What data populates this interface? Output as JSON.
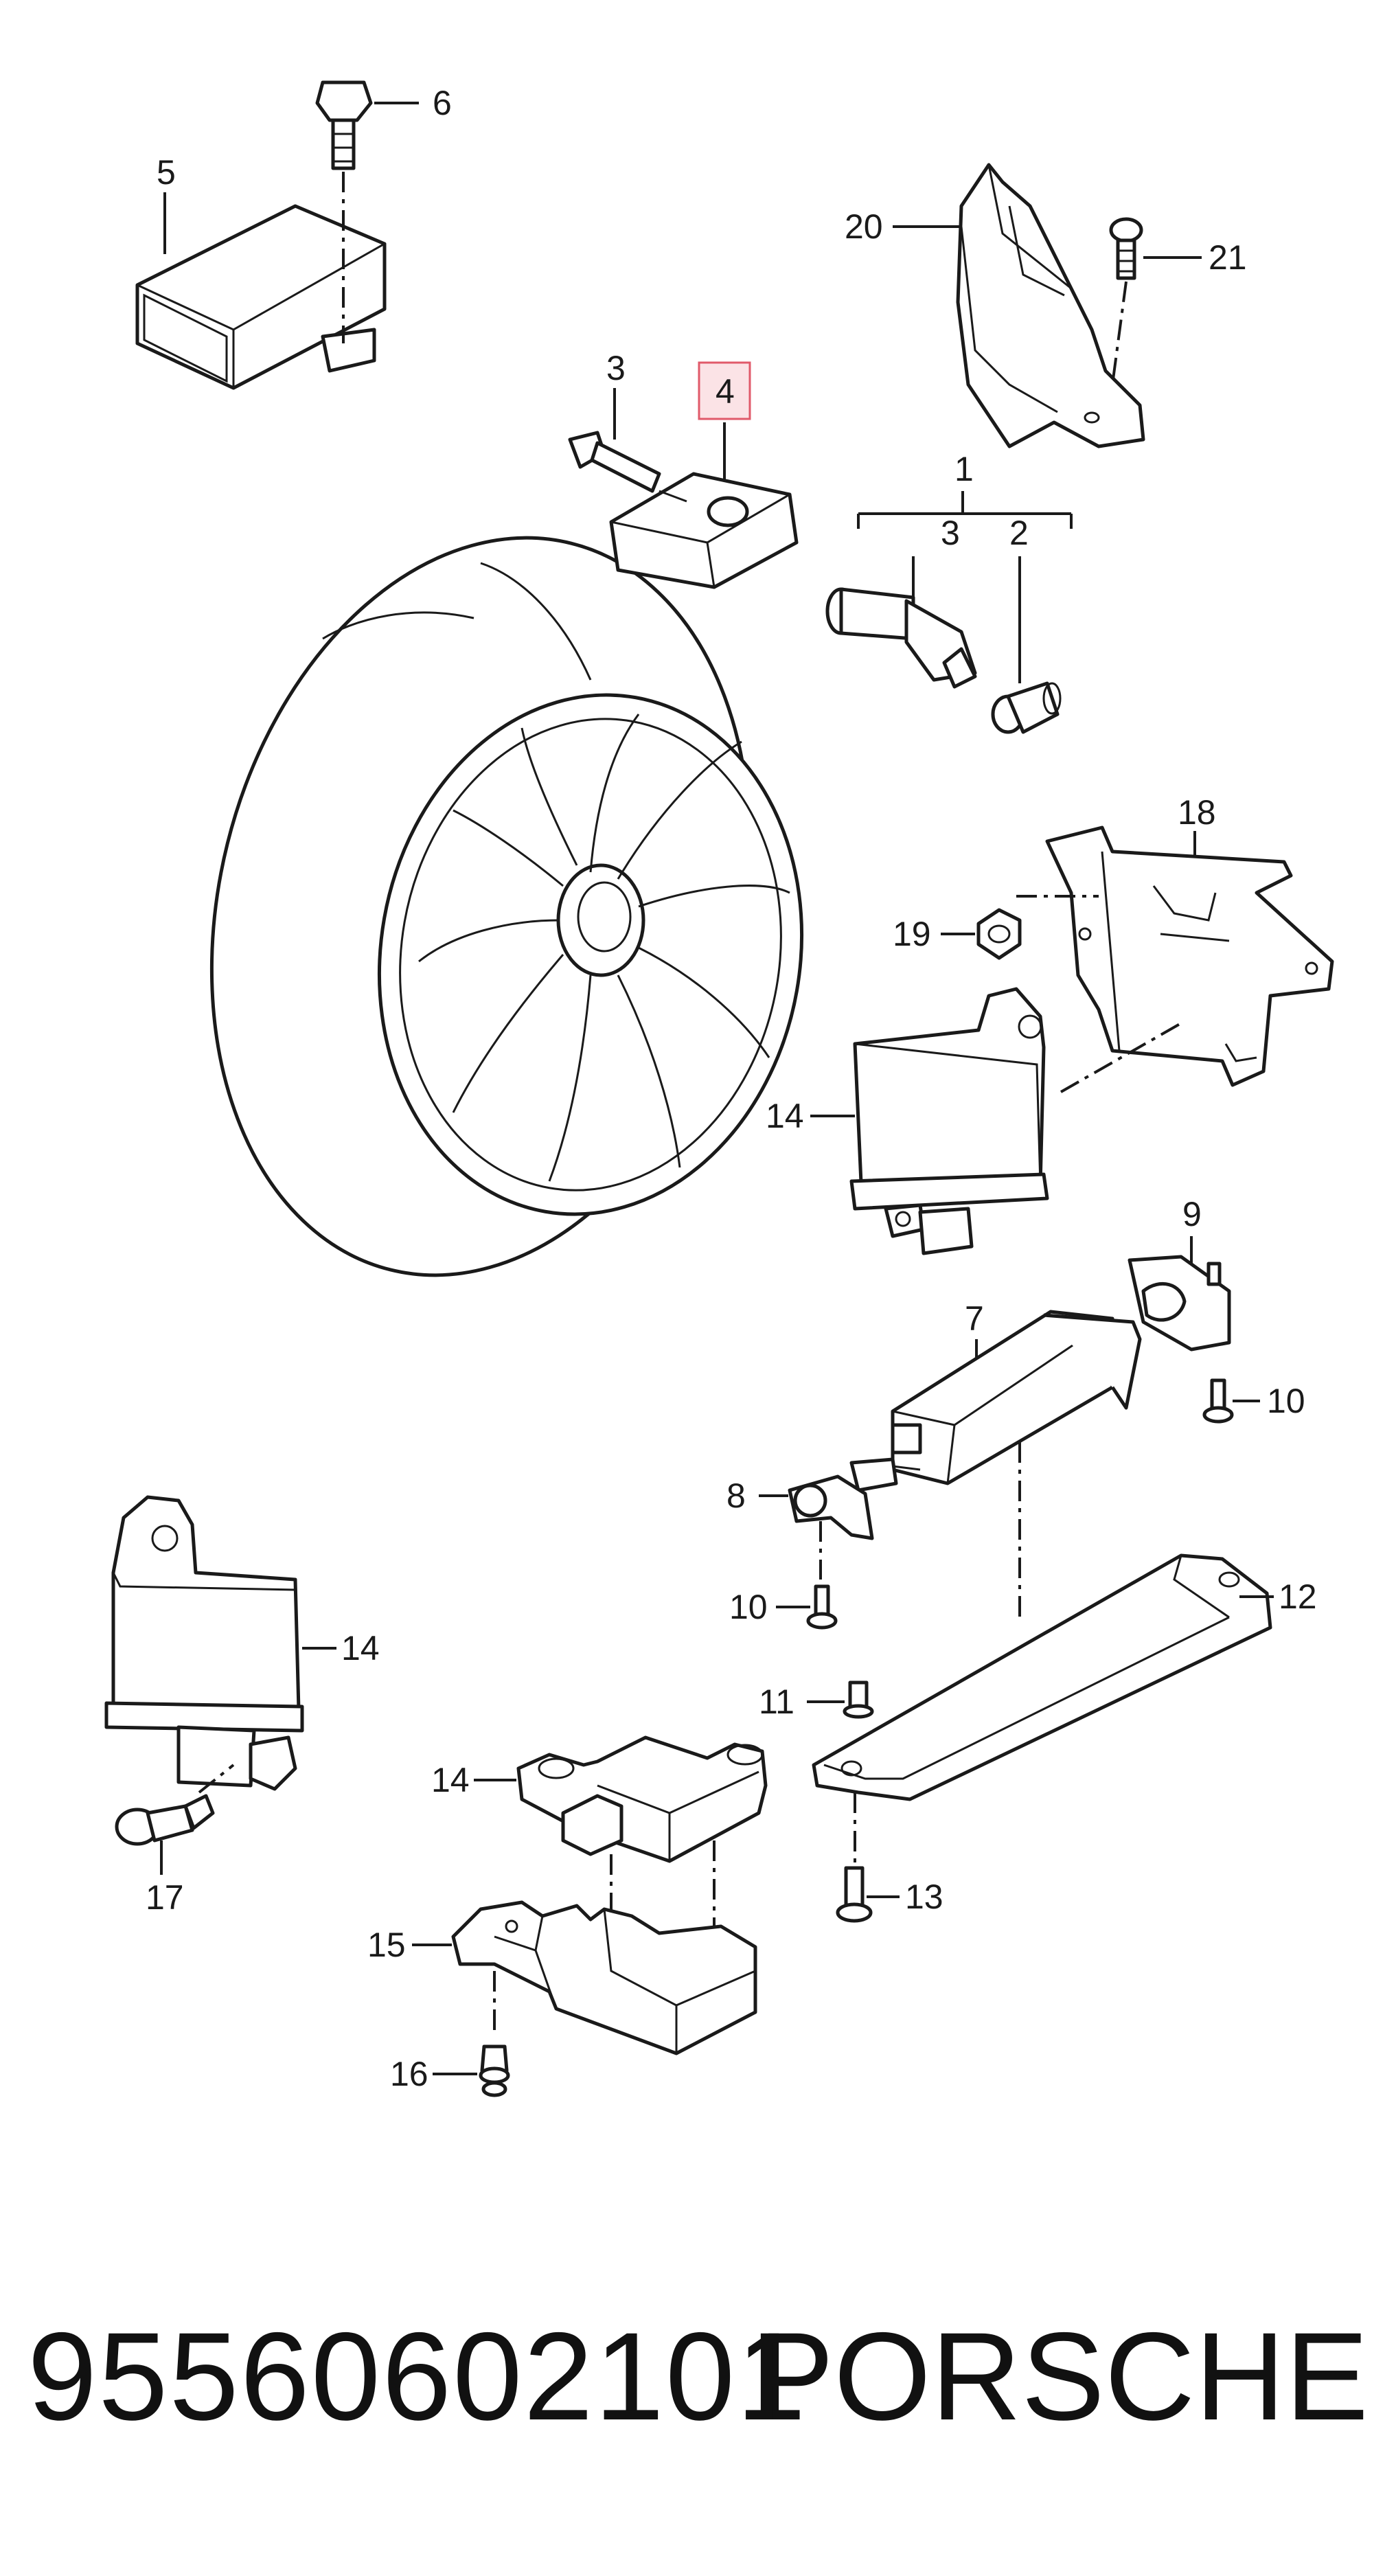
{
  "callouts": {
    "c1": "1",
    "c2": "2",
    "c3a": "3",
    "c3b": "3",
    "c4": "4",
    "c5": "5",
    "c6": "6",
    "c7": "7",
    "c8": "8",
    "c9": "9",
    "c10a": "10",
    "c10b": "10",
    "c11": "11",
    "c12": "12",
    "c13": "13",
    "c14a": "14",
    "c14b": "14",
    "c14c": "14",
    "c15": "15",
    "c16": "16",
    "c17": "17",
    "c18": "18",
    "c19": "19",
    "c20": "20",
    "c21": "21"
  },
  "highlight": {
    "callout": "4",
    "color": "#e05a6a",
    "fill": "#fbe3e6"
  },
  "footer": {
    "part_number": "95560602101",
    "brand": "PORSCHE"
  }
}
